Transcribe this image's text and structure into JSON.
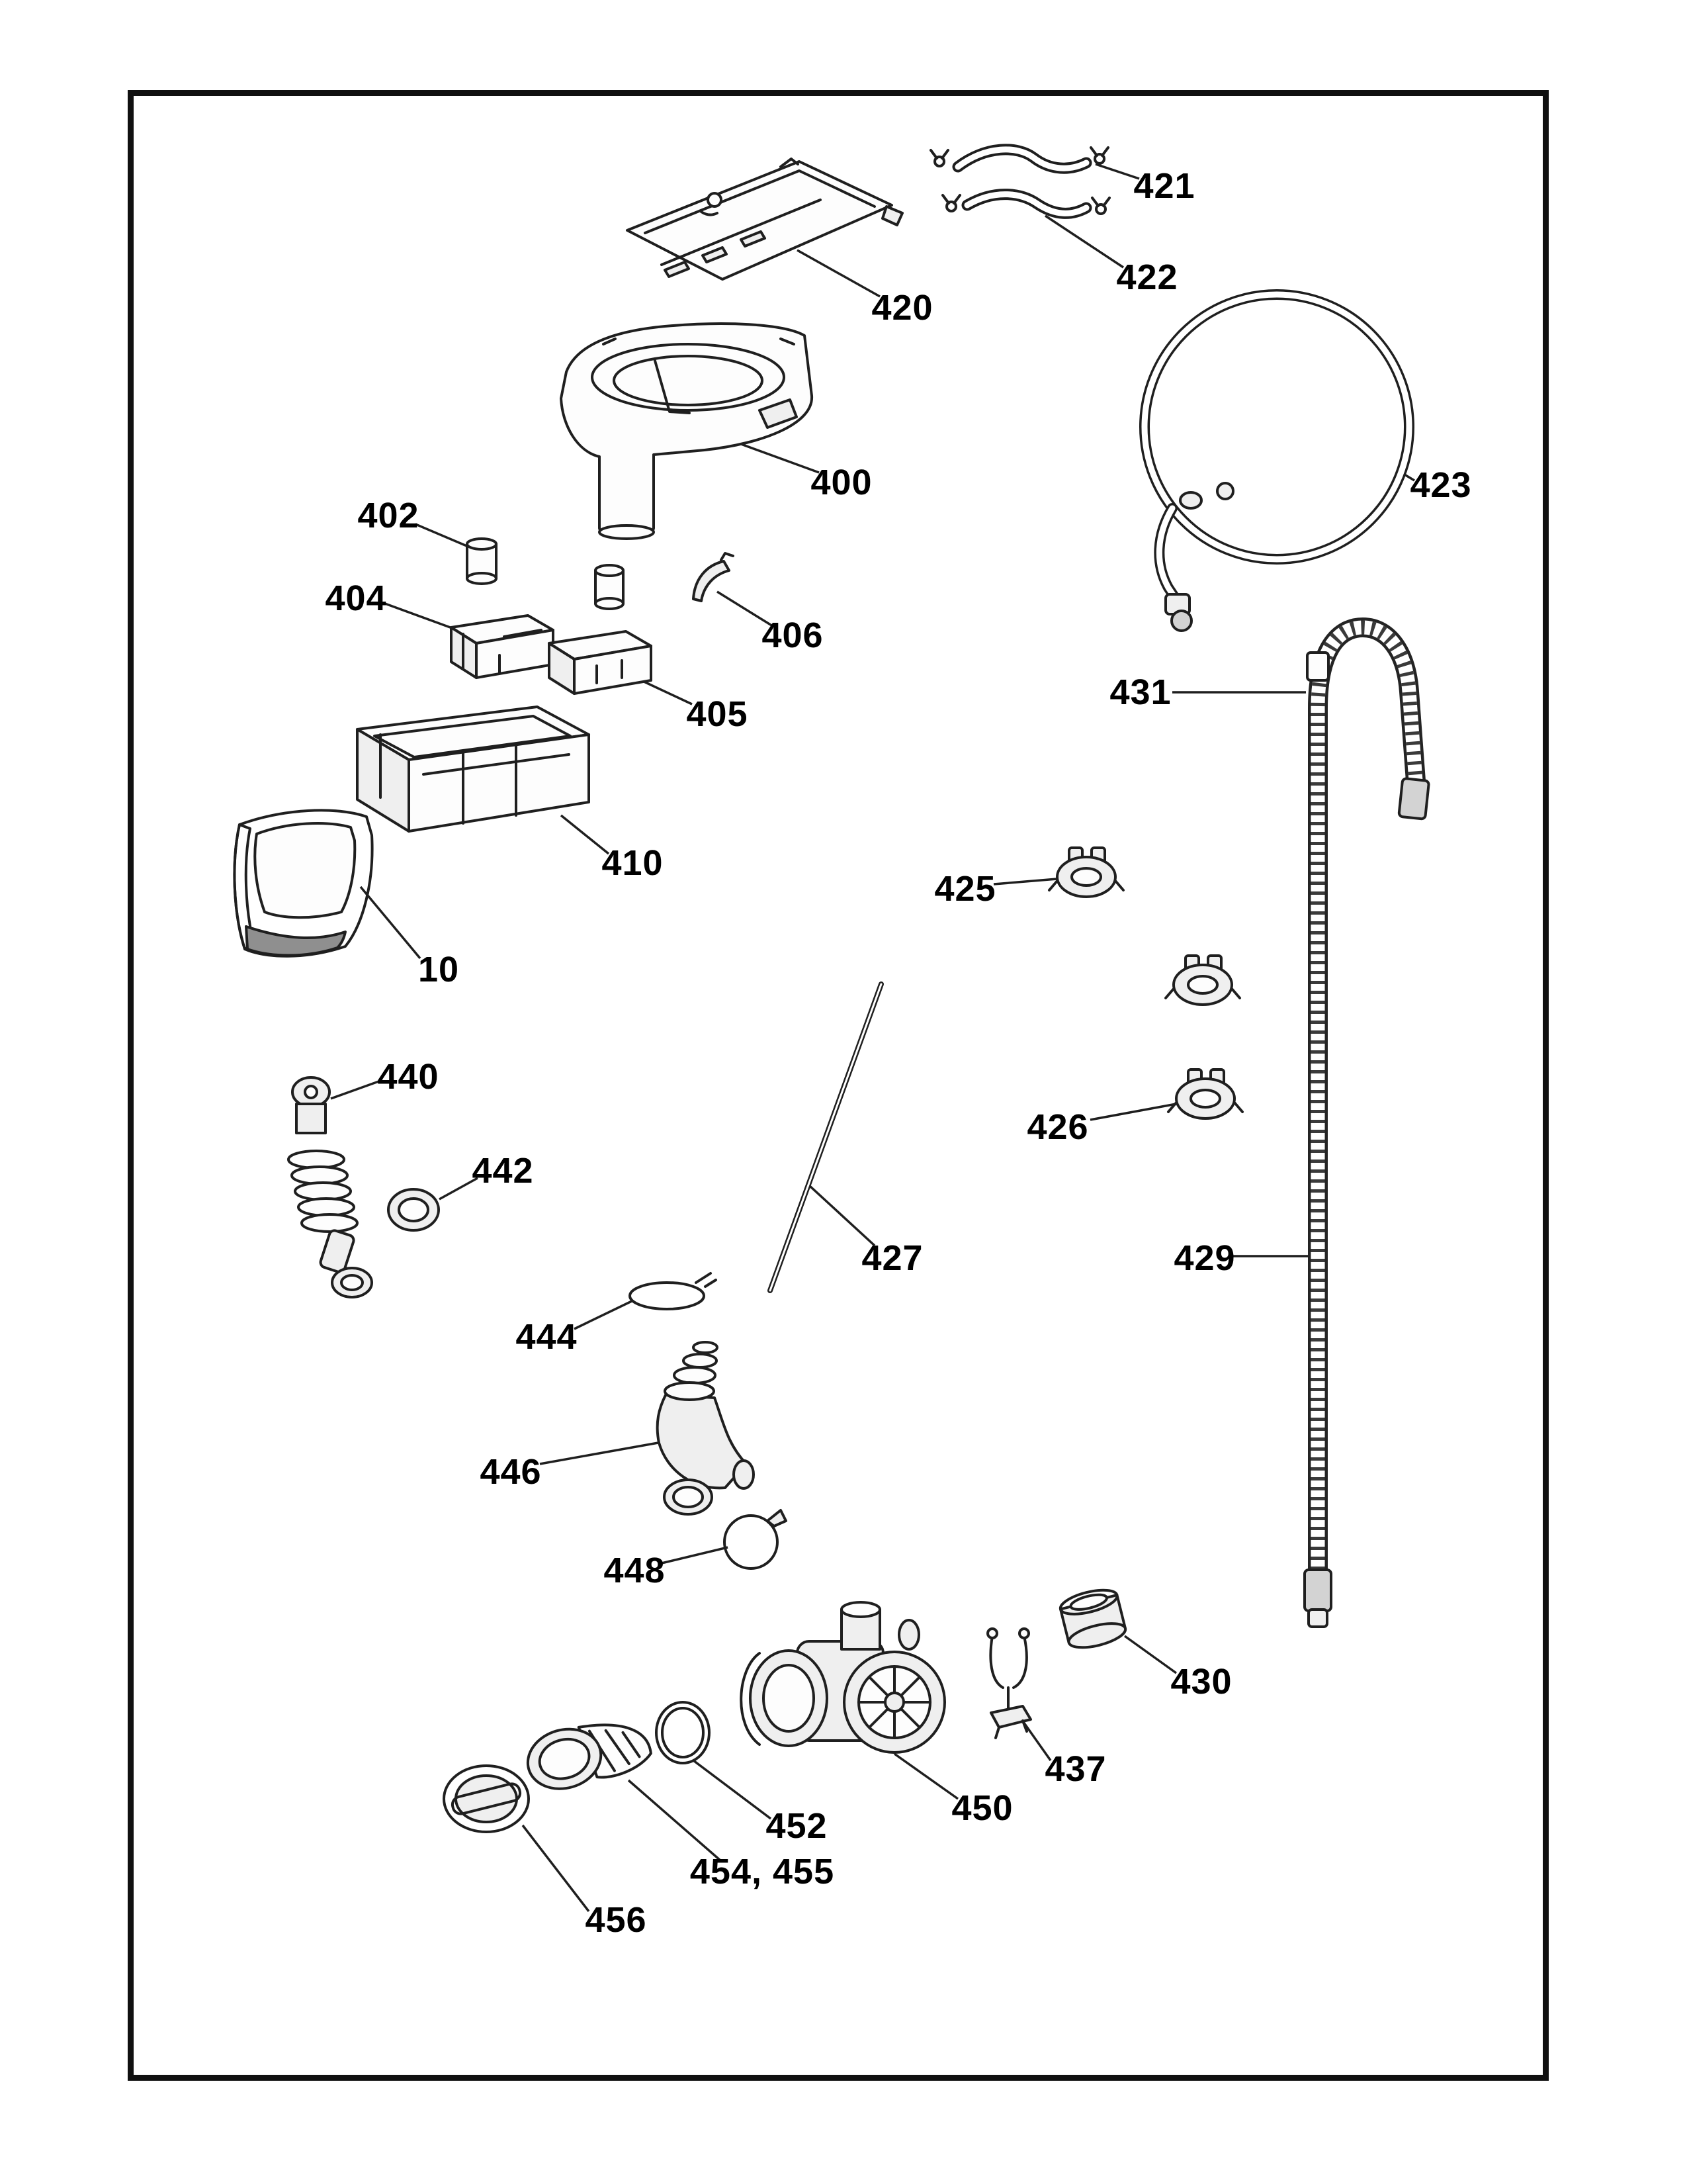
{
  "diagram": {
    "labels": {
      "p10": "10",
      "p400": "400",
      "p402": "402",
      "p404": "404",
      "p405": "405",
      "p406": "406",
      "p410": "410",
      "p420": "420",
      "p421": "421",
      "p422": "422",
      "p423": "423",
      "p425": "425",
      "p426": "426",
      "p427": "427",
      "p429": "429",
      "p430": "430",
      "p431": "431",
      "p437": "437",
      "p440": "440",
      "p442": "442",
      "p444": "444",
      "p446": "446",
      "p448": "448",
      "p450": "450",
      "p452": "452",
      "p454_455": "454, 455",
      "p456": "456"
    },
    "colors": {
      "ink": "#1f1f1f",
      "background": "#ffffff",
      "border": "#101010",
      "shade_light": "#efefef",
      "shade_mid": "#d3d3d3",
      "shade_dark": "#8f8f8f"
    }
  }
}
